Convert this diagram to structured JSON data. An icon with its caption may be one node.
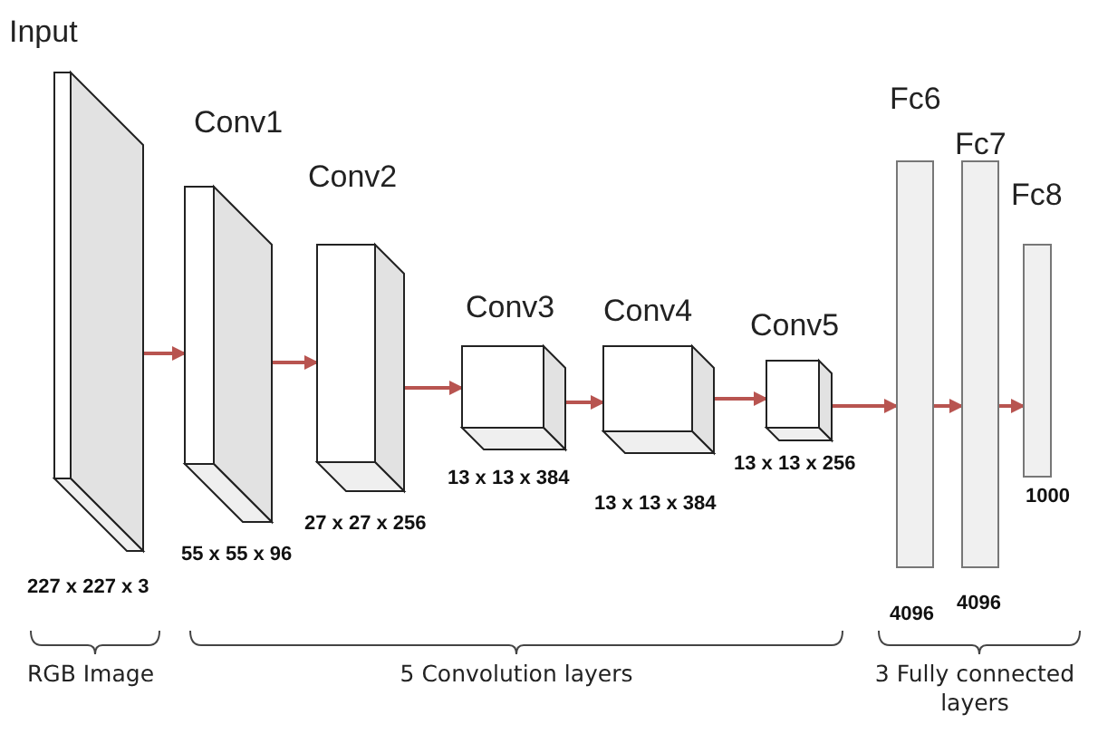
{
  "diagram": {
    "nodes": [
      {
        "text": [
          "Input"
        ],
        "beside": [
          "227 x 227 x 3"
        ]
      },
      {
        "text": [
          "Conv1"
        ],
        "beside": [
          "55 x 55 x 96"
        ]
      },
      {
        "text": [
          "Conv2"
        ],
        "beside": [
          "27 x 27 x 256"
        ]
      },
      {
        "text": [
          "Conv3"
        ],
        "beside": [
          "13 x 13 x 384"
        ]
      },
      {
        "text": [
          "Conv4"
        ],
        "beside": [
          "13 x 13 x 384"
        ]
      },
      {
        "text": [
          "Conv5"
        ],
        "beside": [
          "13 x 13 x 256"
        ]
      },
      {
        "text": [
          "Fc6"
        ],
        "beside": [
          "4096"
        ]
      },
      {
        "text": [
          "Fc7"
        ],
        "beside": [
          "4096"
        ]
      },
      {
        "text": [
          "Fc8"
        ],
        "beside": [
          "1000"
        ]
      }
    ],
    "edges": [
      {
        "from": 0,
        "to": 1,
        "arrow": "to"
      },
      {
        "from": 1,
        "to": 2,
        "arrow": "to"
      },
      {
        "from": 2,
        "to": 3,
        "arrow": "to"
      },
      {
        "from": 3,
        "to": 4,
        "arrow": "to"
      },
      {
        "from": 4,
        "to": 5,
        "arrow": "to"
      },
      {
        "from": 5,
        "to": 6,
        "arrow": "to"
      },
      {
        "from": 6,
        "to": 7,
        "arrow": "to"
      },
      {
        "from": 7,
        "to": 8,
        "arrow": "to"
      }
    ],
    "labels": [
      "RGB Image",
      "5 Convolution layers",
      "3 Fully connected layers"
    ]
  }
}
